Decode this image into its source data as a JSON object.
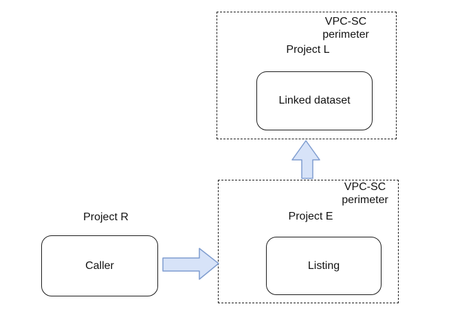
{
  "colors": {
    "background": "#ffffff",
    "border": "#1a1a1a",
    "arrow_fill": "#d7e3f8",
    "arrow_stroke": "#7e9ccf"
  },
  "perimeters": {
    "top": {
      "badge_line1": "VPC-SC",
      "badge_line2": "perimeter",
      "project_label": "Project L",
      "node_label": "Linked dataset"
    },
    "bottom": {
      "badge_line1": "VPC-SC",
      "badge_line2": "perimeter",
      "project_label": "Project E",
      "node_label": "Listing"
    }
  },
  "caller": {
    "project_label": "Project R",
    "node_label": "Caller"
  }
}
